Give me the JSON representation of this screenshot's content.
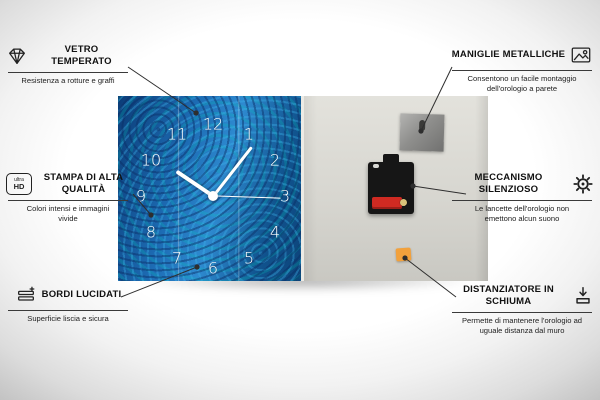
{
  "clock": {
    "numbers": [
      "12",
      "1",
      "2",
      "3",
      "4",
      "5",
      "6",
      "7",
      "8",
      "9",
      "10",
      "11"
    ]
  },
  "icons": {
    "ultra_hd_line1": "ultra",
    "ultra_hd_line2": "HD"
  },
  "callouts": {
    "left": [
      {
        "icon": "diamond",
        "title": "VETRO TEMPERATO",
        "subtitle": "Resistenza a rotture e graffi"
      },
      {
        "icon": "ultra-hd",
        "title": "STAMPA DI ALTA QUALITÀ",
        "subtitle": "Colori intensi e immagini vivide"
      },
      {
        "icon": "polished-edges",
        "title": "BORDI LUCIDATI",
        "subtitle": "Superficie liscia e sicura"
      }
    ],
    "right": [
      {
        "icon": "picture",
        "title": "MANIGLIE METALLICHE",
        "subtitle": "Consentono un facile montaggio dell'orologio a parete"
      },
      {
        "icon": "gear",
        "title": "MECCANISMO SILENZIOSO",
        "subtitle": "Le lancette dell'orologio non emettono alcun suono"
      },
      {
        "icon": "foam-spacer",
        "title": "DISTANZIATORE IN SCHIUMA",
        "subtitle": "Permette di mantenere l'orologio ad uguale distanza dal muro"
      }
    ]
  },
  "colors": {
    "accent_blue": "#1d6cb4",
    "panel_gray": "#d6d5cf",
    "spacer_orange": "#f2a13c",
    "line_dark": "#2e2e2e"
  }
}
